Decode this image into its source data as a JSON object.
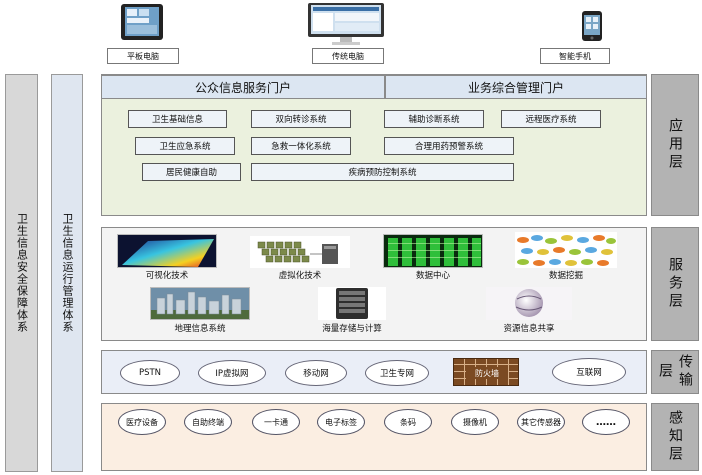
{
  "devices": [
    {
      "label": "平板电脑",
      "icon": "tablet-icon"
    },
    {
      "label": "传统电脑",
      "icon": "desktop-icon"
    },
    {
      "label": "智能手机",
      "icon": "smartphone-icon"
    }
  ],
  "sidebars": {
    "security": "卫生信息安全保障体系",
    "operations": "卫生信息运行管理体系"
  },
  "layers": {
    "application": "应用层",
    "service": "服务层",
    "transport": "传输层",
    "sensing": "感知层"
  },
  "application": {
    "portals": [
      "公众信息服务门户",
      "业务综合管理门户"
    ],
    "systems": [
      "卫生基础信息",
      "双向转诊系统",
      "辅助诊断系统",
      "远程医疗系统",
      "卫生应急系统",
      "急救一体化系统",
      "合理用药预警系统",
      "居民健康自助",
      "疾病预防控制系统"
    ]
  },
  "service": {
    "items": [
      "可视化技术",
      "虚拟化技术",
      "数据中心",
      "数据挖掘",
      "地理信息系统",
      "海量存储与计算",
      "资源信息共享"
    ]
  },
  "transport": {
    "networks": [
      "PSTN",
      "IP虚拟网",
      "移动网",
      "卫生专网",
      "防火墙",
      "互联网"
    ]
  },
  "sensing": {
    "items": [
      "医疗设备",
      "自助终端",
      "一卡通",
      "电子标签",
      "条码",
      "摄像机",
      "其它传感器",
      "……"
    ]
  },
  "colors": {
    "application_bg": "#ebf1de",
    "service_bg": "#f3f3f3",
    "transport_bg": "#eaeef7",
    "sensing_bg": "#fbeee2",
    "layer_label_bg": "#b3b3b3",
    "firewall": "#7b4a22"
  }
}
